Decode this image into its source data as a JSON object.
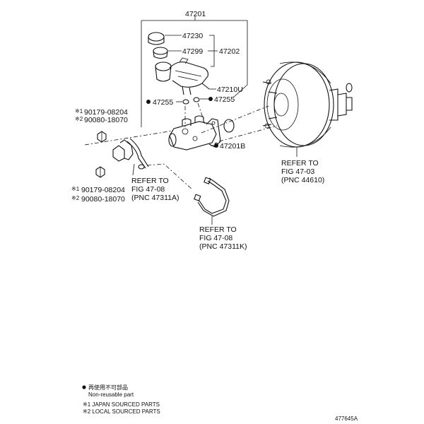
{
  "diagram": {
    "part_numbers": {
      "assembly": "47201",
      "cap": "47230",
      "strainer": "47299",
      "reservoir": "47202",
      "reservoir_sub": "47210U",
      "grommet_a": "47255",
      "grommet_b": "47255",
      "master_cylinder": "47201B"
    },
    "bolt_upper": {
      "mark1": "※1",
      "part1": "90179-08204",
      "mark2": "※2",
      "part2": "90080-18070"
    },
    "bolt_lower": {
      "mark1": "※1",
      "part1": "90179-08204",
      "mark2": "※2",
      "part2": "90080-18070"
    },
    "refer_booster": {
      "line1": "REFER TO",
      "line2": "FIG 47-03",
      "line3": "(PNC 44610)"
    },
    "refer_pipe_a": {
      "line1": "REFER TO",
      "line2": "FIG 47-08",
      "line3": "(PNC 47311A)"
    },
    "refer_pipe_k": {
      "line1": "REFER TO",
      "line2": "FIG 47-08",
      "line3": "(PNC 47311K)"
    },
    "legend": {
      "jp_note": "再使用不可部品",
      "non_reusable": "Non-reusable part",
      "note1": "※1 JAPAN SOURCED PARTS",
      "note2": "※2 LOCAL SOURCED PARTS"
    },
    "figure_id": "477645A"
  }
}
